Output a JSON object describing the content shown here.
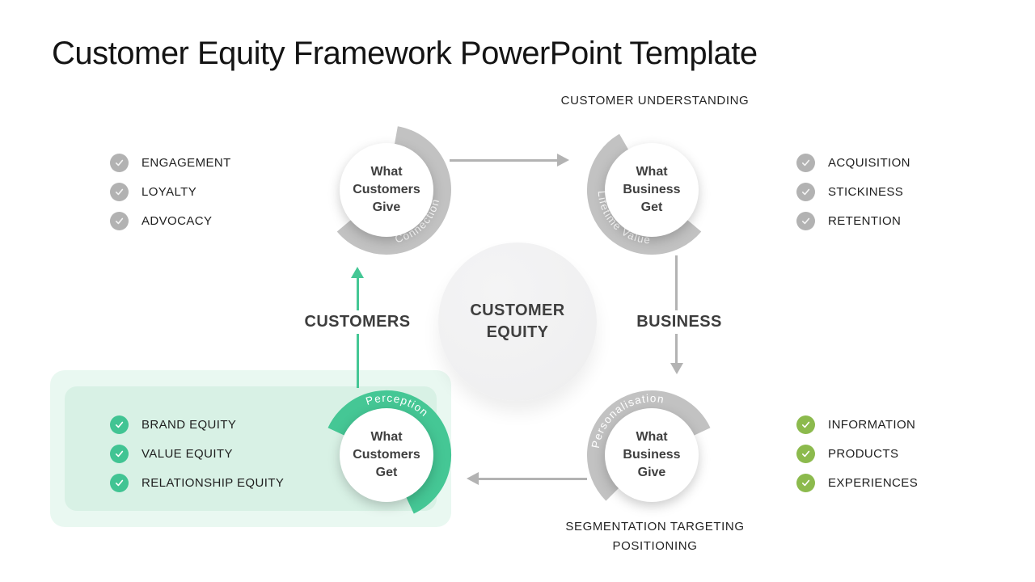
{
  "slide": {
    "title": "Customer Equity Framework PowerPoint Template",
    "top_caption": "CUSTOMER UNDERSTANDING",
    "bottom_caption": "SEGMENTATION TARGETING\nPOSITIONING",
    "center_label": "CUSTOMER\nEQUITY",
    "left_axis_label": "CUSTOMERS",
    "right_axis_label": "BUSINESS"
  },
  "nodes": {
    "top_left": {
      "label": "What\nCustomers\nGive",
      "arc_label": "Connection"
    },
    "top_right": {
      "label": "What\nBusiness\nGet",
      "arc_label": "Lifetime Value"
    },
    "bottom_left": {
      "label": "What\nCustomers\nGet",
      "arc_label": "Perception"
    },
    "bottom_right": {
      "label": "What\nBusiness\nGive",
      "arc_label": "Personalisation"
    }
  },
  "lists": {
    "customers_give": {
      "items": [
        "ENGAGEMENT",
        "LOYALTY",
        "ADVOCACY"
      ]
    },
    "business_get": {
      "items": [
        "ACQUISITION",
        "STICKINESS",
        "RETENTION"
      ]
    },
    "customers_get": {
      "items": [
        "BRAND EQUITY",
        "VALUE EQUITY",
        "RELATIONSHIP EQUITY"
      ]
    },
    "business_give": {
      "items": [
        "INFORMATION",
        "PRODUCTS",
        "EXPERIENCES"
      ]
    }
  },
  "colors": {
    "accent_green": "#45c795",
    "olive_green": "#8cba4d",
    "neutral_gray": "#c2c2c2",
    "arrow_gray": "#b3b3b3",
    "panel_outer_mint": "#e9f8f1",
    "panel_inner_mint": "#d8f1e5",
    "center_circle_gray": "#f1f1f2",
    "text_dark": "#3f3f3f"
  }
}
